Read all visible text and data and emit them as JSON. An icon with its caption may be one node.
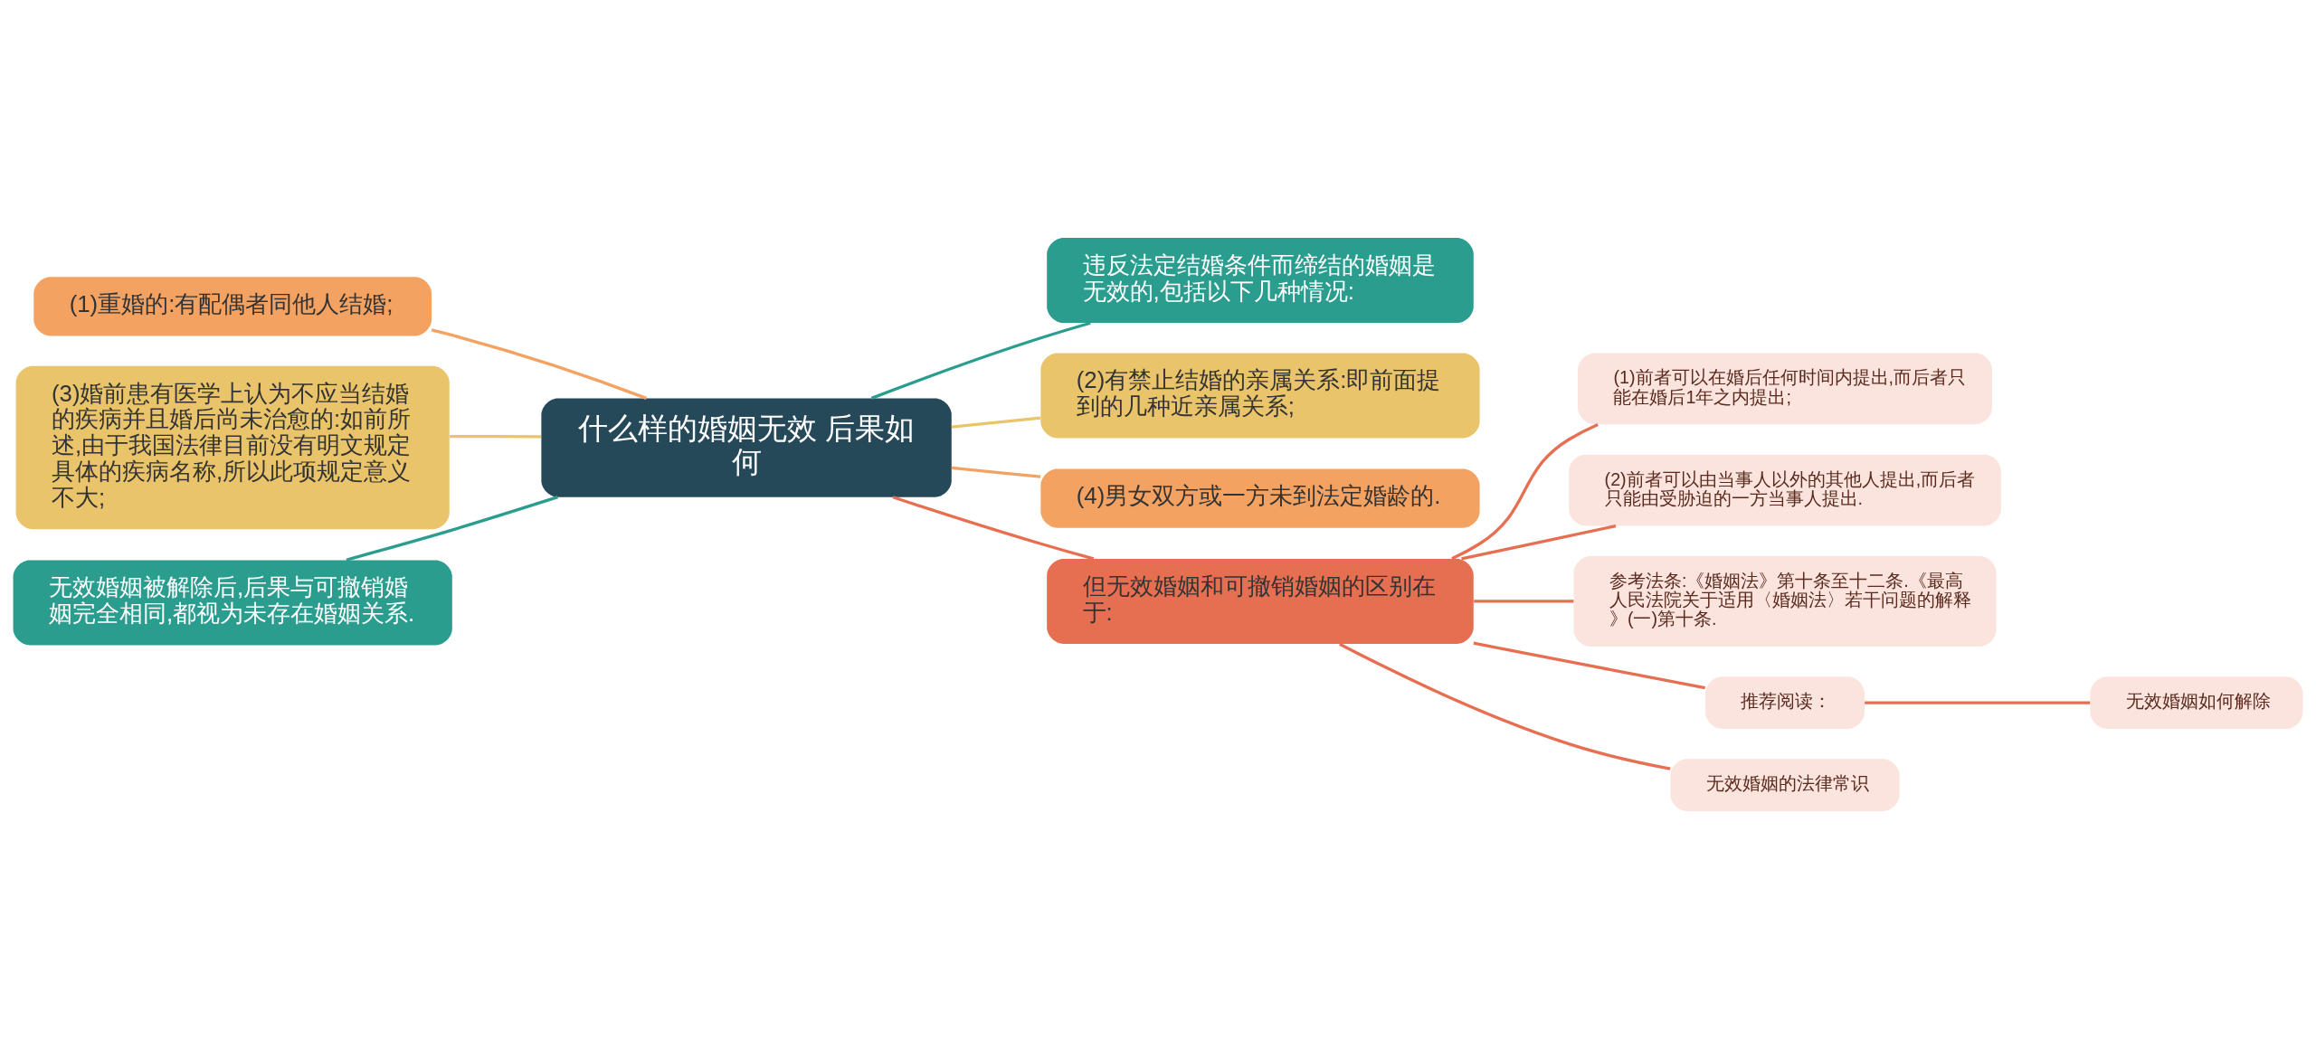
{
  "diagram": {
    "nodes": [
      {
        "text": [
          "什么样的婚姻无效 后果如何"
        ]
      },
      {
        "text": [
          "违反法定结婚条件而缔结的婚姻是无效的,包括以下几种情况:"
        ]
      },
      {
        "text": [
          "(2)有禁止结婚的亲属关系:即前面提到的几种近亲属关系;"
        ]
      },
      {
        "text": [
          "(4)男女双方或一方未到法定婚龄的."
        ]
      },
      {
        "text": [
          "但无效婚姻和可撤销婚姻的区别在于:"
        ]
      },
      {
        "text": [
          "(1)前者可以在婚后任何时间内提出,而后者只能在婚后1年之内提出;"
        ]
      },
      {
        "text": [
          "(2)前者可以由当事人以外的其他人提出,而后者只能由受胁迫的一方当事人提出."
        ]
      },
      {
        "text": [
          "参考法条:《婚姻法》第十条至十二条.《最高人民法院关于适用〈婚姻法〉若干问题的解释》(一)第十条."
        ]
      },
      {
        "text": [
          "推荐阅读："
        ]
      },
      {
        "text": [
          "无效婚姻如何解除"
        ]
      },
      {
        "text": [
          "无效婚姻的法律常识"
        ]
      },
      {
        "text": [
          "(1)重婚的:有配偶者同他人结婚;"
        ]
      },
      {
        "text": [
          "(3)婚前患有医学上认为不应当结婚的疾病并且婚后尚未治愈的:如前所述,由于我国法律目前没有明文规定具体的疾病名称,所以此项规定意义不大;"
        ]
      },
      {
        "text": [
          "无效婚姻被解除后,后果与可撤销婚姻完全相同,都视为未存在婚姻关系."
        ]
      }
    ],
    "edges": [
      {
        "from": 0,
        "to": 1,
        "arrow": "none",
        "color": "#2a9d8f"
      },
      {
        "from": 0,
        "to": 2,
        "arrow": "none",
        "color": "#e9c46a"
      },
      {
        "from": 0,
        "to": 3,
        "arrow": "none",
        "color": "#f4a261"
      },
      {
        "from": 0,
        "to": 4,
        "arrow": "none"
      },
      {
        "from": 4,
        "to": 5,
        "arrow": "none"
      },
      {
        "from": 4,
        "to": 6,
        "arrow": "none"
      },
      {
        "from": 4,
        "to": 7,
        "arrow": "none"
      },
      {
        "from": 4,
        "to": 8,
        "arrow": "none"
      },
      {
        "from": 8,
        "to": 9,
        "arrow": "none"
      },
      {
        "from": 4,
        "to": 10,
        "arrow": "none"
      },
      {
        "from": 0,
        "to": 11,
        "arrow": "none",
        "color": "#f4a261"
      },
      {
        "from": 0,
        "to": 12,
        "arrow": "none",
        "color": "#e9c46a"
      },
      {
        "from": 0,
        "to": 13,
        "arrow": "none",
        "color": "#2a9d8f"
      }
    ]
  }
}
